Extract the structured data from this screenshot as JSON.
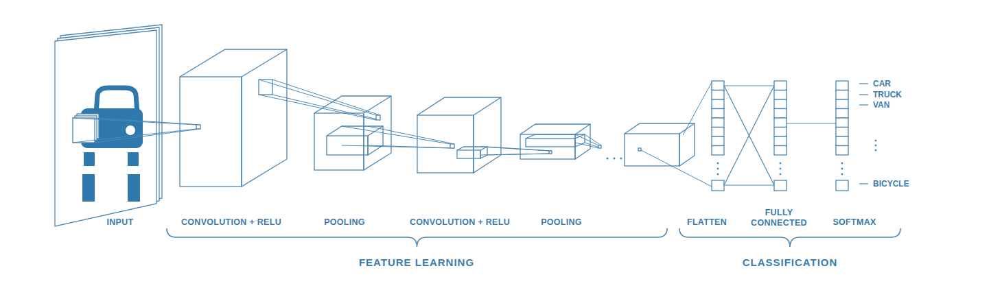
{
  "diagram": {
    "nodes": [
      {
        "text": [
          "INPUT"
        ]
      },
      {
        "text": [
          "CONVOLUTION + RELU"
        ]
      },
      {
        "text": [
          "POOLING"
        ]
      },
      {
        "text": [
          "CONVOLUTION + RELU"
        ]
      },
      {
        "text": [
          "POOLING"
        ]
      },
      {
        "text": [
          "FLATTEN"
        ]
      },
      {
        "text": [
          "FULLY CONNECTED"
        ]
      },
      {
        "text": [
          "SOFTMAX"
        ]
      }
    ],
    "edges": [
      {
        "from": 5,
        "to": 6,
        "arrow": "none"
      },
      {
        "from": 6,
        "to": 7,
        "arrow": "none"
      }
    ],
    "labels": [
      "FEATURE LEARNING",
      "CLASSIFICATION",
      "CAR",
      "TRUCK",
      "VAN",
      "BICYCLE"
    ]
  }
}
